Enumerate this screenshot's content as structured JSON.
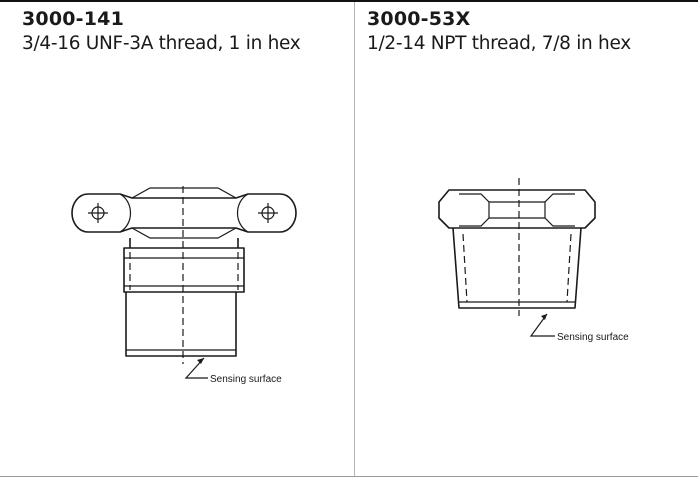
{
  "panels": [
    {
      "part_number": "3000-141",
      "spec": "3/4-16 UNF-3A thread, 1 in hex",
      "callout": "Sensing surface"
    },
    {
      "part_number": "3000-53X",
      "spec": "1/2-14 NPT thread, 7/8 in hex",
      "callout": "Sensing surface"
    }
  ],
  "colors": {
    "line": "#1a1a1a",
    "divider": "#b5b5b5"
  }
}
